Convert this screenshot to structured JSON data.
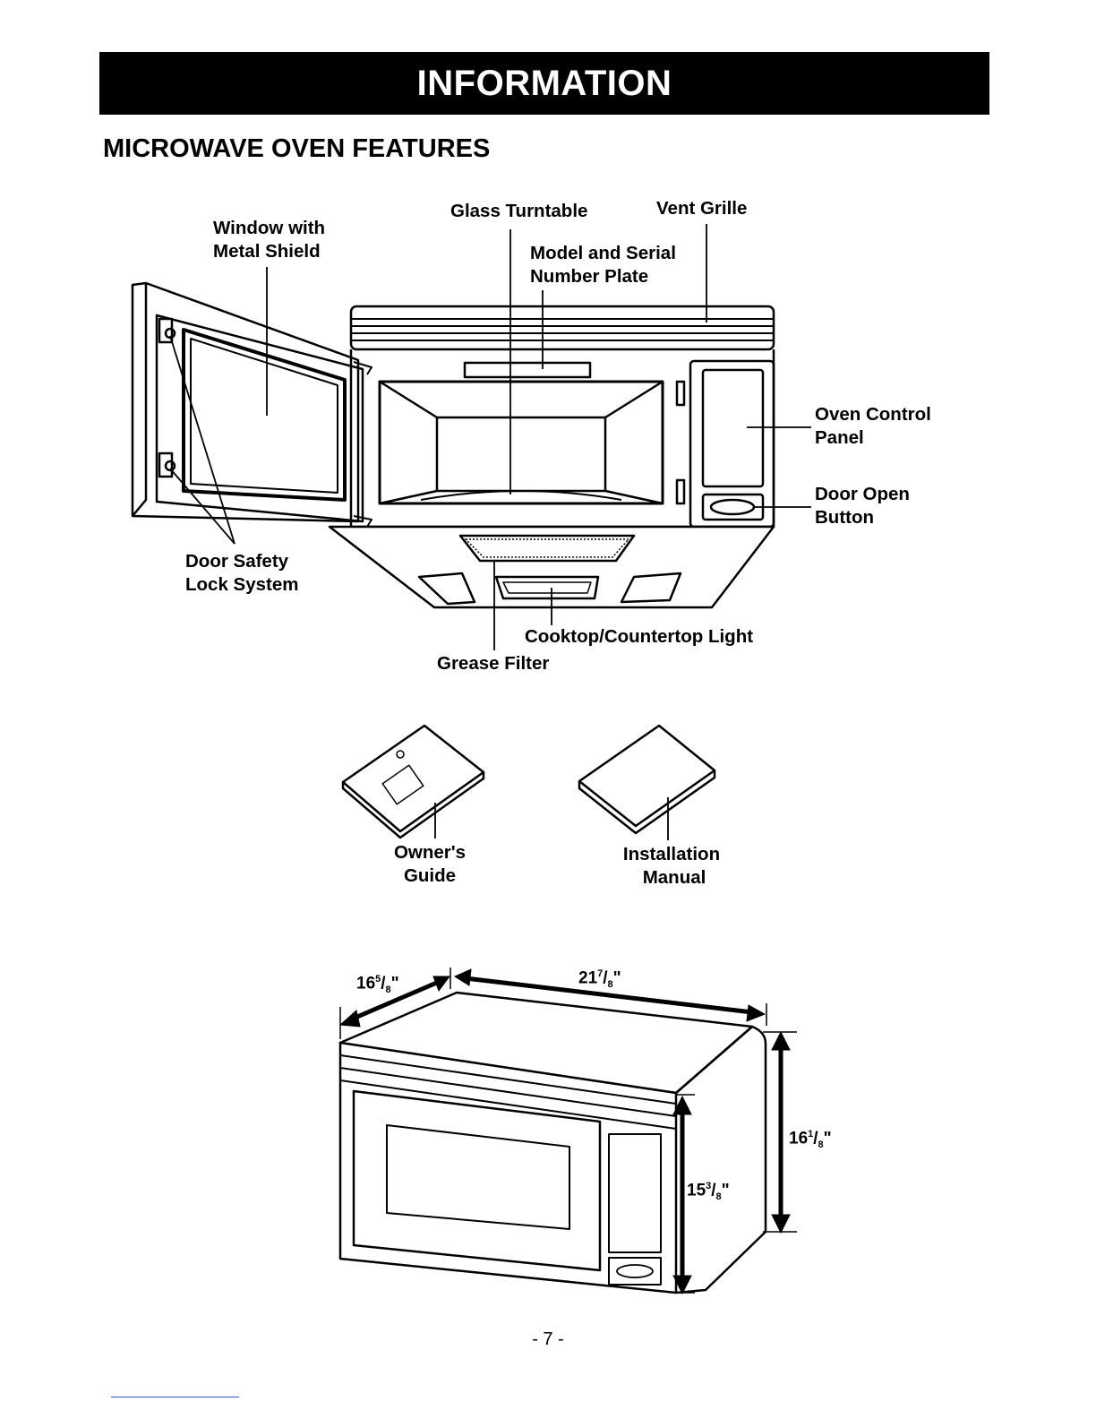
{
  "header": {
    "banner": "INFORMATION",
    "section_title": "MICROWAVE OVEN FEATURES"
  },
  "features": {
    "window": [
      "Window with",
      "Metal Shield"
    ],
    "turntable": "Glass Turntable",
    "vent": "Vent Grille",
    "model_plate": [
      "Model and Serial",
      "Number Plate"
    ],
    "control_panel": [
      "Oven Control",
      "Panel"
    ],
    "door_open": [
      "Door Open",
      "Button"
    ],
    "door_lock": [
      "Door Safety",
      "Lock System"
    ],
    "light": "Cooktop/Countertop Light",
    "grease": "Grease Filter"
  },
  "documents": {
    "owners": [
      "Owner's",
      "Guide"
    ],
    "install": [
      "Installation",
      "Manual"
    ]
  },
  "dimensions": {
    "depth": {
      "whole": "16",
      "num": "5",
      "den": "8",
      "unit": "\""
    },
    "width": {
      "whole": "21",
      "num": "7",
      "den": "8",
      "unit": "\""
    },
    "height_total": {
      "whole": "16",
      "num": "1",
      "den": "8",
      "unit": "\""
    },
    "height_front": {
      "whole": "15",
      "num": "3",
      "den": "8",
      "unit": "\""
    }
  },
  "footer": {
    "page": "- 7 -"
  }
}
